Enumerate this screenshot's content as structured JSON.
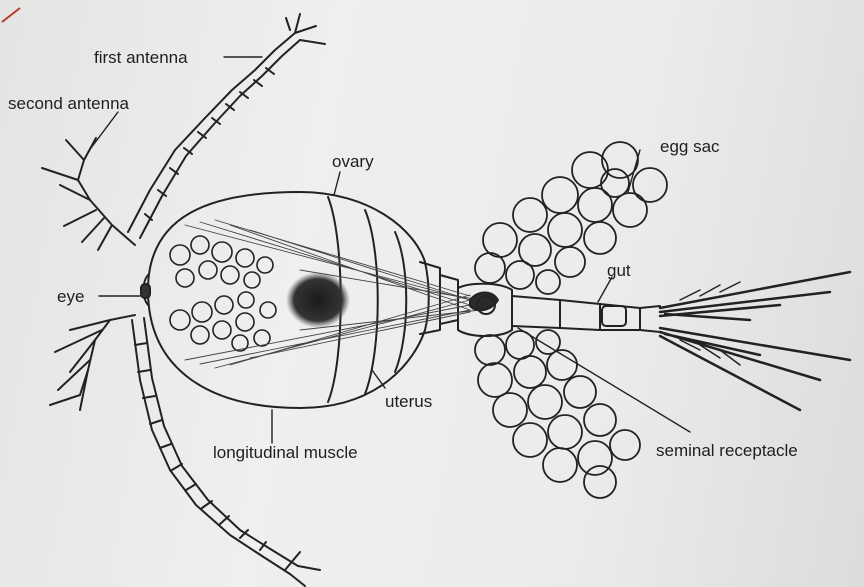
{
  "labels": {
    "first_antenna": "first antenna",
    "second_antenna": "second antenna",
    "ovary": "ovary",
    "egg_sac": "egg sac",
    "eye": "eye",
    "gut": "gut",
    "uterus": "uterus",
    "longitudinal_muscle": "longitudinal muscle",
    "seminal_receptacle": "seminal receptacle"
  },
  "colors": {
    "ink": "#222222",
    "paper": "#ececea",
    "red_mark": "#b43a2a"
  }
}
